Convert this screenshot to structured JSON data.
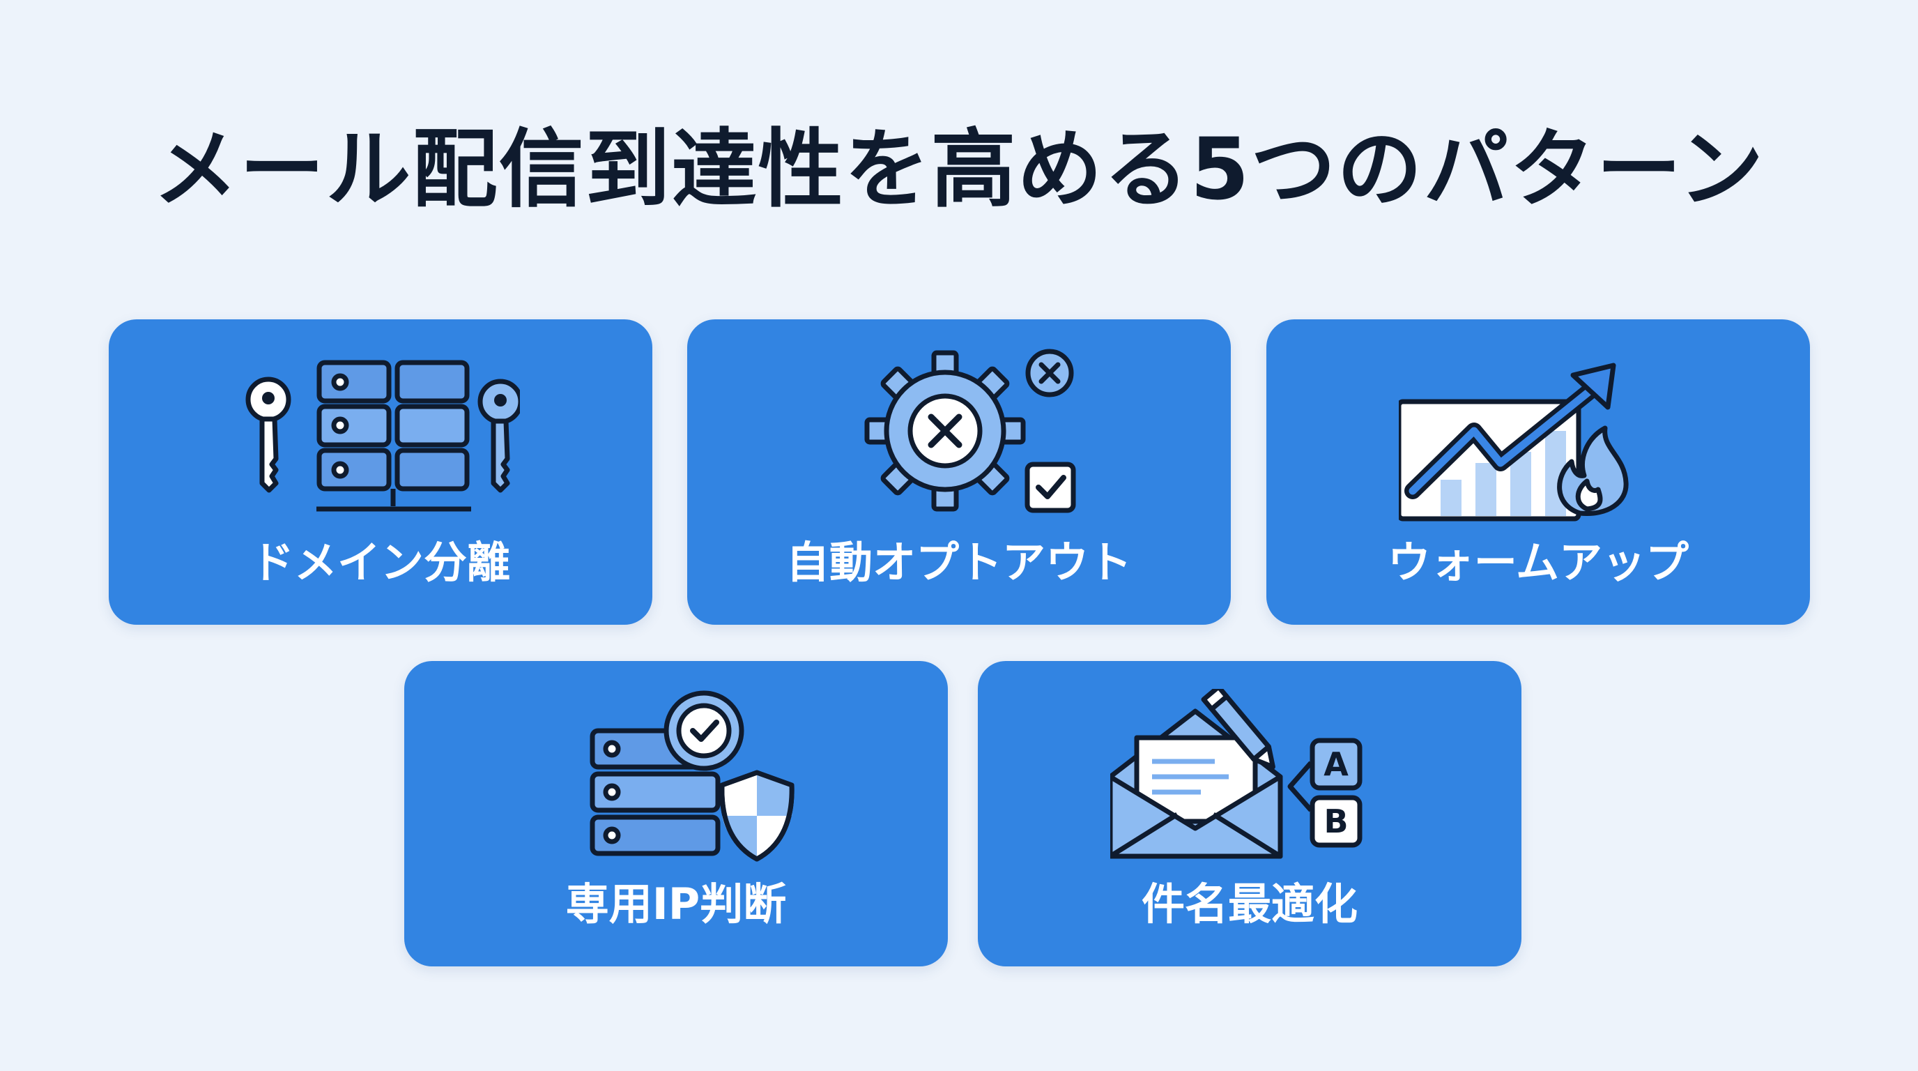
{
  "title": "メール配信到達性を高める5つのパターン",
  "cards": [
    {
      "label": "ドメイン分離",
      "icon": "servers-with-keys-icon"
    },
    {
      "label": "自動オプトアウト",
      "icon": "gear-x-checkbox-icon"
    },
    {
      "label": "ウォームアップ",
      "icon": "rising-chart-flame-icon"
    },
    {
      "label": "専用IP判断",
      "icon": "server-badge-shield-icon"
    },
    {
      "label": "件名最適化",
      "icon": "envelope-pencil-ab-icon"
    }
  ],
  "ab_labels": [
    "A",
    "B"
  ],
  "colors": {
    "card": "#3284e2",
    "background": "#edf3fb",
    "title": "#0f1b2e",
    "icon_fill": "#8dbbf2",
    "outline": "#0f1b2e"
  }
}
